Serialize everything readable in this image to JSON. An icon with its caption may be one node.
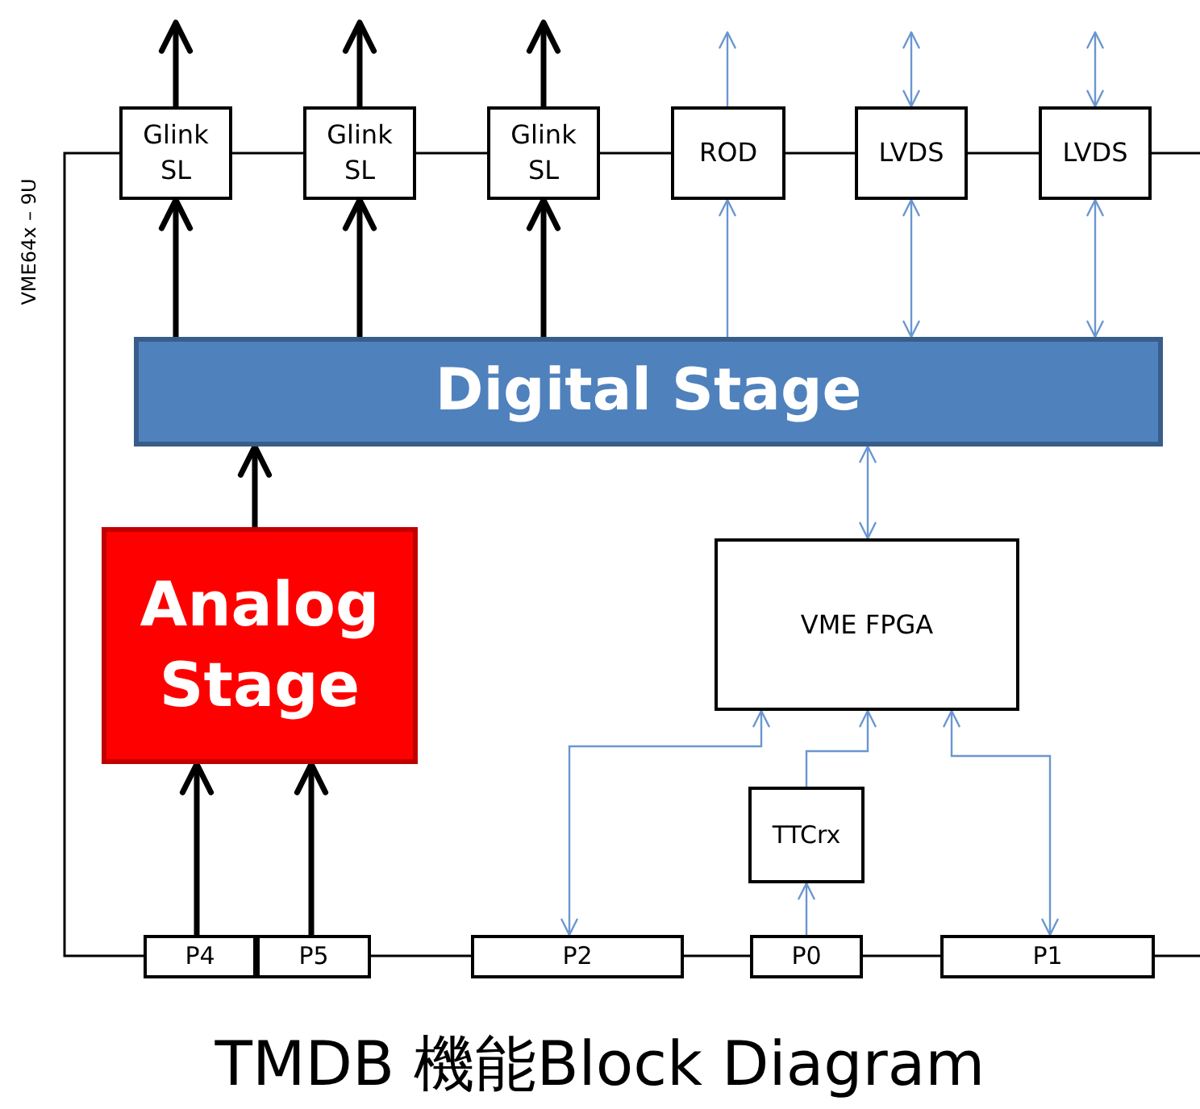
{
  "diagram": {
    "title": "TMDB 機能Block Diagram",
    "nodes": [
      {
        "text": [
          "Glink SL"
        ]
      },
      {
        "text": [
          "Glink SL"
        ]
      },
      {
        "text": [
          "Glink SL"
        ]
      },
      {
        "text": [
          "ROD"
        ]
      },
      {
        "text": [
          "LVDS"
        ]
      },
      {
        "text": [
          "LVDS"
        ]
      },
      {
        "text": [
          "Digital Stage"
        ]
      },
      {
        "text": [
          "Analog Stage"
        ]
      },
      {
        "text": [
          "VME FPGA"
        ]
      },
      {
        "text": [
          "TTCrx"
        ]
      },
      {
        "text": [
          "P4"
        ]
      },
      {
        "text": [
          "P5"
        ]
      },
      {
        "text": [
          "P2"
        ]
      },
      {
        "text": [
          "P0"
        ]
      },
      {
        "text": [
          "P1"
        ]
      }
    ],
    "edges": [
      {
        "from": 0,
        "to": 1,
        "arrow": "none"
      },
      {
        "from": 1,
        "to": 2,
        "arrow": "none"
      },
      {
        "from": 2,
        "to": 3,
        "arrow": "none"
      },
      {
        "from": 3,
        "to": 4,
        "arrow": "none"
      },
      {
        "from": 4,
        "to": 5,
        "arrow": "none"
      },
      {
        "from": 5,
        "to": null,
        "arrow": "none"
      },
      {
        "from": 0,
        "to": 10,
        "arrow": "none"
      },
      {
        "from": 11,
        "to": 12,
        "arrow": "none"
      },
      {
        "from": 12,
        "to": 13,
        "arrow": "none"
      },
      {
        "from": 13,
        "to": 14,
        "arrow": "none"
      },
      {
        "from": 14,
        "to": null,
        "arrow": "none"
      },
      {
        "from": 0,
        "to": null,
        "arrow": "to",
        "style": "thick"
      },
      {
        "from": 1,
        "to": null,
        "arrow": "to",
        "style": "thick"
      },
      {
        "from": 2,
        "to": null,
        "arrow": "to",
        "style": "thick"
      },
      {
        "from": 6,
        "to": 0,
        "arrow": "to",
        "style": "thick"
      },
      {
        "from": 6,
        "to": 1,
        "arrow": "to",
        "style": "thick"
      },
      {
        "from": 6,
        "to": 2,
        "arrow": "to",
        "style": "thick"
      },
      {
        "from": 3,
        "to": null,
        "arrow": "to",
        "color": "#6a96d0"
      },
      {
        "from": 6,
        "to": 3,
        "arrow": "to",
        "color": "#6a96d0"
      },
      {
        "from": 4,
        "to": null,
        "arrow": "both",
        "color": "#6a96d0"
      },
      {
        "from": 6,
        "to": 4,
        "arrow": "both",
        "color": "#6a96d0"
      },
      {
        "from": 5,
        "to": null,
        "arrow": "both",
        "color": "#6a96d0"
      },
      {
        "from": 6,
        "to": 5,
        "arrow": "both",
        "color": "#6a96d0"
      },
      {
        "from": 7,
        "to": 6,
        "arrow": "to",
        "style": "thick"
      },
      {
        "from": 6,
        "to": 8,
        "arrow": "both",
        "color": "#6a96d0"
      },
      {
        "from": 10,
        "to": 7,
        "arrow": "to",
        "style": "thick"
      },
      {
        "from": 11,
        "to": 7,
        "arrow": "to",
        "style": "thick"
      },
      {
        "from": 8,
        "to": 12,
        "arrow": "both",
        "color": "#6a96d0"
      },
      {
        "from": 9,
        "to": 8,
        "arrow": "to",
        "color": "#6a96d0"
      },
      {
        "from": 13,
        "to": 9,
        "arrow": "to",
        "color": "#6a96d0"
      },
      {
        "from": 8,
        "to": 14,
        "arrow": "both",
        "color": "#6a96d0"
      }
    ],
    "labels": [
      "VME64x – 9U"
    ]
  }
}
